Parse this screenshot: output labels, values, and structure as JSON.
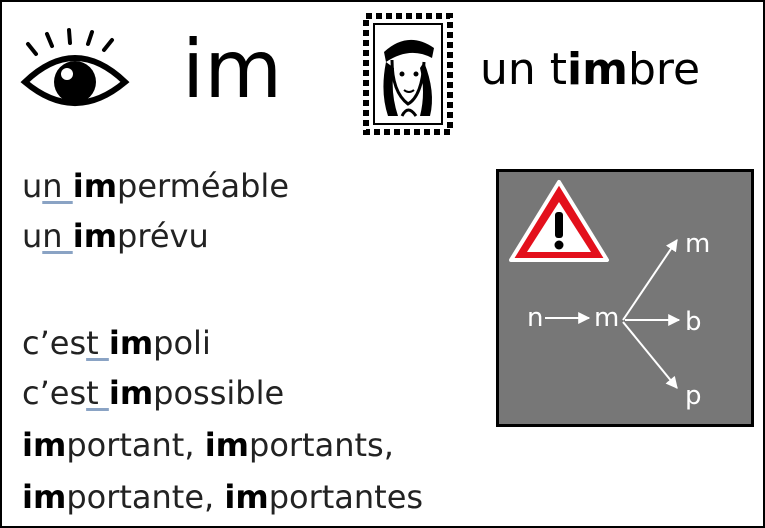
{
  "header": {
    "sound": "im",
    "headword": {
      "pre": "un t",
      "bold": "im",
      "post": "bre"
    },
    "icons": [
      "eye-icon",
      "stamp-icon"
    ]
  },
  "words": [
    {
      "pre": "u",
      "mid": "n ",
      "bold": "im",
      "post": "perméable"
    },
    {
      "pre": "u",
      "mid": "n ",
      "bold": "im",
      "post": "prévu"
    },
    {
      "pre": "c’es",
      "mid": "t ",
      "bold": "im",
      "post": "poli"
    },
    {
      "pre": "c’es",
      "mid": "t ",
      "bold": "im",
      "post": "possible"
    }
  ],
  "line5": {
    "b1": "im",
    "t1": "portant, ",
    "b2": "im",
    "t2": "portants,"
  },
  "line6": {
    "b1": "im",
    "t1": "portante, ",
    "b2": "im",
    "t2": "portantes"
  },
  "rule": {
    "warning_icon": "warning-icon",
    "n": "n",
    "m_center": "m",
    "m_out": "m",
    "b_out": "b",
    "p_out": "p",
    "bg_color": "#777777",
    "warning_color": "#e3101c"
  }
}
